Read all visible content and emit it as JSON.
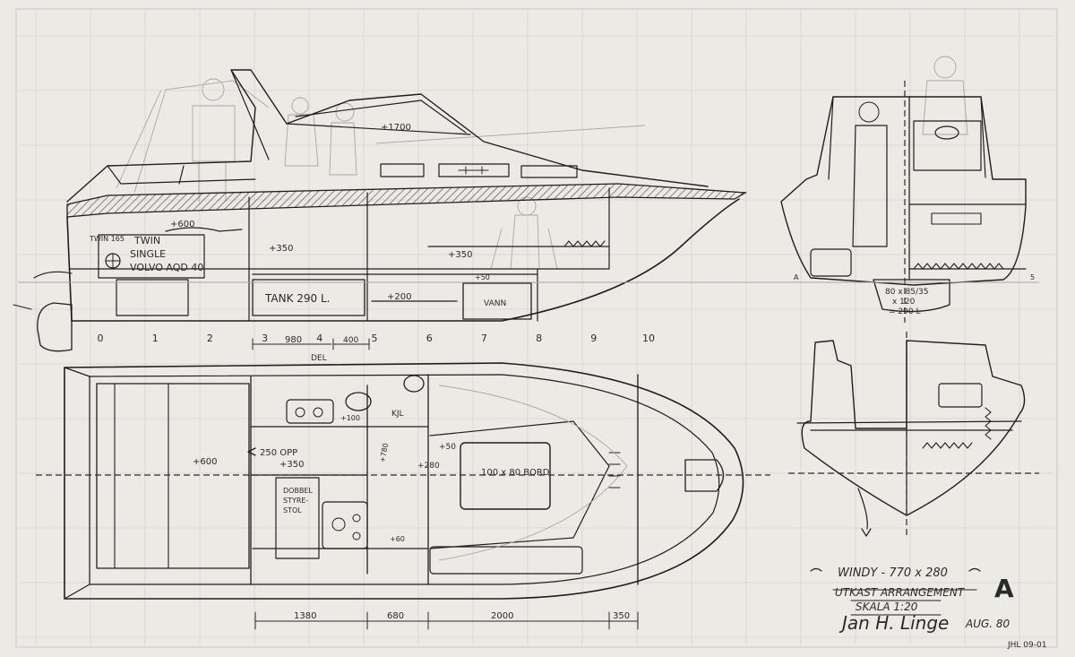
{
  "title_block": {
    "boat": "WINDY - 770 x 280",
    "drawing": "UTKAST ARRANGEMENT",
    "scale": "SKALA 1:20",
    "signature": "Jan H. Linge",
    "date": "AUG. 80",
    "sheet_letter": "A",
    "drawing_no": "JHL 09-01"
  },
  "station_numbers": [
    "0",
    "1",
    "2",
    "3",
    "4",
    "5",
    "6",
    "7",
    "8",
    "9",
    "10"
  ],
  "profile_labels": {
    "engine_twin": "TWIN",
    "engine_single": "SINGLE",
    "engine_model": "VOLVO AQD 40",
    "engine_note": "TWIN 165",
    "tank": "TANK 290 L.",
    "water": "VANN",
    "h600": "+600",
    "h350a": "+350",
    "h350b": "+350",
    "h200": "+200",
    "h50": "+50",
    "h1700": "+1700"
  },
  "plan_labels": {
    "deling": "DEL",
    "d980": "980",
    "d400": "400",
    "h600": "+600",
    "h100": "+100",
    "kjol": "KJL",
    "opp": "250 OPP",
    "h350": "+350",
    "h50": "+50",
    "h780": "+780",
    "h280": "+280",
    "bed": "100 x 80 BORD",
    "dobbel": "DOBBEL",
    "styre": "STYRE-",
    "stol": "STOL",
    "h60": "+60",
    "dim1380": "1380",
    "dim680": "680",
    "dim2000": "2000",
    "dim350": "350"
  },
  "section_labels": {
    "tank_dim1": "80 x 85/35",
    "tank_dim2": "x 120",
    "tank_dim3": "= 290 L",
    "mark_a": "A",
    "mark_s": "5"
  },
  "colors": {
    "paper": "#eceae5",
    "ink": "#1e1e1e",
    "pencil": "#a9a7a2",
    "hatch": "#555555"
  }
}
